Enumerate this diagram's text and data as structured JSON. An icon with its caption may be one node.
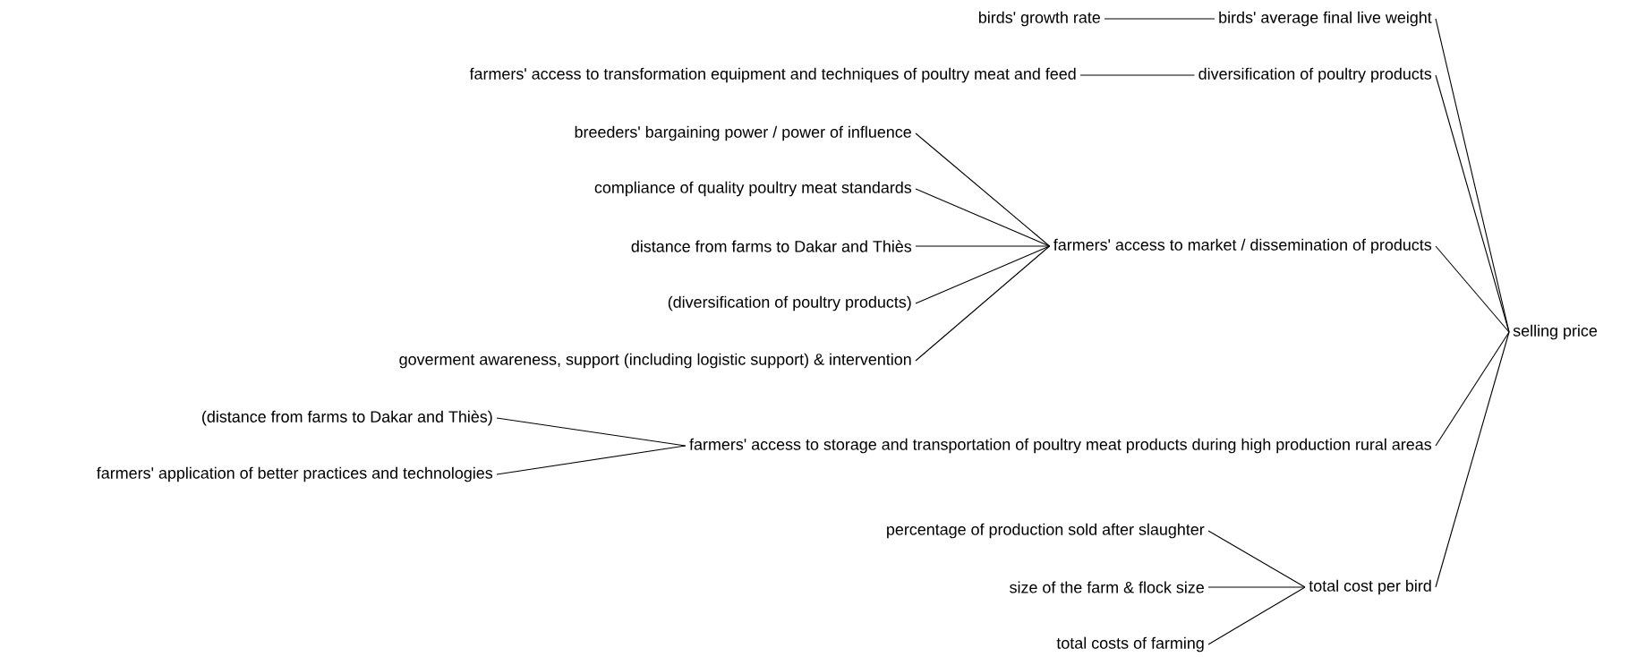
{
  "diagram": {
    "nodes": [
      {
        "text": [
          "birds' growth rate"
        ]
      },
      {
        "text": [
          "birds' average final live weight"
        ]
      },
      {
        "text": [
          "farmers' access to transformation equipment and techniques of poultry meat and feed"
        ]
      },
      {
        "text": [
          "diversification of poultry products"
        ]
      },
      {
        "text": [
          "breeders' bargaining power / power of influence"
        ]
      },
      {
        "text": [
          "compliance of quality poultry meat standards"
        ]
      },
      {
        "text": [
          "distance from farms to Dakar and Thiès"
        ]
      },
      {
        "text": [
          "farmers' access to market / dissemination of products"
        ]
      },
      {
        "text": [
          "(diversification of poultry products)"
        ]
      },
      {
        "text": [
          "goverment awareness, support (including logistic support) & intervention"
        ]
      },
      {
        "text": [
          "(distance from farms to Dakar and Thiès)"
        ]
      },
      {
        "text": [
          "farmers' access to storage and transportation of poultry meat products during high production rural areas"
        ]
      },
      {
        "text": [
          "farmers' application of better practices and technologies"
        ]
      },
      {
        "text": [
          "selling price"
        ]
      },
      {
        "text": [
          "percentage of production sold after slaughter"
        ]
      },
      {
        "text": [
          "size of the farm & flock size"
        ]
      },
      {
        "text": [
          "total cost per bird"
        ]
      },
      {
        "text": [
          "total costs of farming"
        ]
      }
    ],
    "edges": [
      {
        "from": 0,
        "to": 1,
        "arrow": "none"
      },
      {
        "from": 2,
        "to": 3,
        "arrow": "none"
      },
      {
        "from": 4,
        "to": 7,
        "arrow": "none"
      },
      {
        "from": 5,
        "to": 7,
        "arrow": "none"
      },
      {
        "from": 6,
        "to": 7,
        "arrow": "none"
      },
      {
        "from": 8,
        "to": 7,
        "arrow": "none"
      },
      {
        "from": 9,
        "to": 7,
        "arrow": "none"
      },
      {
        "from": 10,
        "to": 11,
        "arrow": "none"
      },
      {
        "from": 12,
        "to": 11,
        "arrow": "none"
      },
      {
        "from": 14,
        "to": 16,
        "arrow": "none"
      },
      {
        "from": 15,
        "to": 16,
        "arrow": "none"
      },
      {
        "from": 17,
        "to": 16,
        "arrow": "none"
      },
      {
        "from": 1,
        "to": 13,
        "arrow": "none"
      },
      {
        "from": 3,
        "to": 13,
        "arrow": "none"
      },
      {
        "from": 7,
        "to": 13,
        "arrow": "none"
      },
      {
        "from": 11,
        "to": 13,
        "arrow": "none"
      },
      {
        "from": 16,
        "to": 13,
        "arrow": "none"
      }
    ]
  }
}
